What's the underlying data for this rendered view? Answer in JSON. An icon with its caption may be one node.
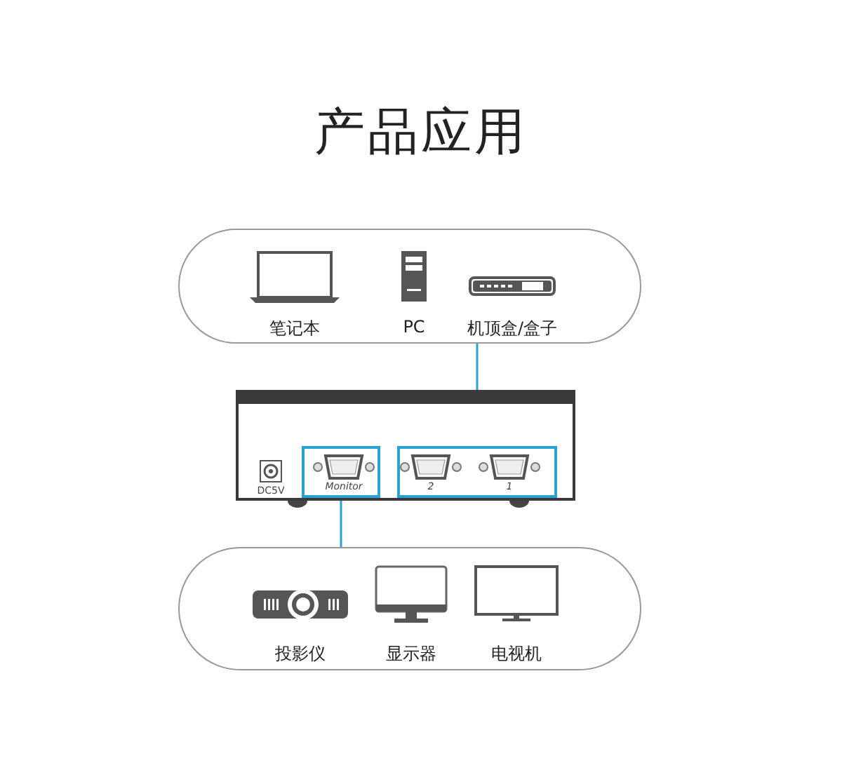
{
  "diagram": {
    "title": "产品应用",
    "nodes": [
      {
        "text": [],
        "shape": "box"
      },
      {
        "text": [
          "笔记本"
        ],
        "in": 0
      },
      {
        "text": [
          "PC"
        ],
        "in": 0
      },
      {
        "text": [
          "机顶盒/盒子"
        ],
        "in": 0
      },
      {
        "text": [],
        "shape": "box"
      },
      {
        "text": [
          "2",
          "1"
        ],
        "in": 4
      },
      {
        "text": [
          "Monitor"
        ],
        "in": 4
      },
      {
        "text": [],
        "shape": "box"
      },
      {
        "text": [
          "投影仪"
        ],
        "in": 7
      },
      {
        "text": [
          "显示器"
        ],
        "in": 7
      },
      {
        "text": [
          "电视机"
        ],
        "in": 7
      }
    ],
    "edges": [
      {
        "from": 0,
        "to": 5,
        "arrow": "none"
      },
      {
        "from": 6,
        "to": 7,
        "arrow": "none"
      }
    ],
    "labels": [
      "DC5V"
    ]
  }
}
